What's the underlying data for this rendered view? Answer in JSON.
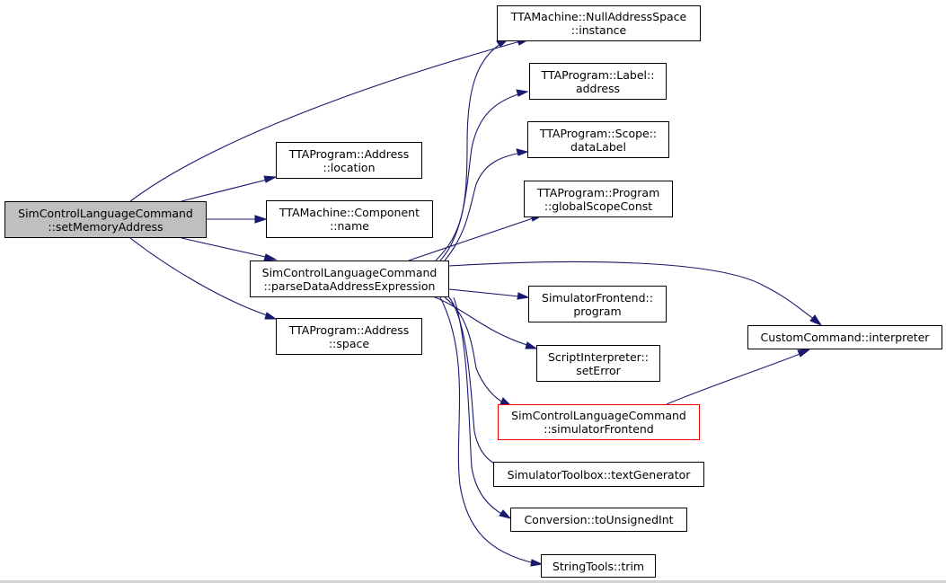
{
  "colors": {
    "edge": "#191970",
    "root_fill": "#bfbfbf",
    "highlight_border": "#ff0000"
  },
  "nodes": {
    "root": {
      "line1": "SimControlLanguageCommand",
      "line2": "::setMemoryAddress"
    },
    "nullAddressSpace": {
      "line1": "TTAMachine::NullAddressSpace",
      "line2": "::instance"
    },
    "labelAddress": {
      "line1": "TTAProgram::Label::",
      "line2": "address"
    },
    "scopeDataLabel": {
      "line1": "TTAProgram::Scope::",
      "line2": "dataLabel"
    },
    "addressLocation": {
      "line1": "TTAProgram::Address",
      "line2": "::location"
    },
    "programGlobalScope": {
      "line1": "TTAProgram::Program",
      "line2": "::globalScopeConst"
    },
    "componentName": {
      "line1": "TTAMachine::Component",
      "line2": "::name"
    },
    "parseDataAddress": {
      "line1": "SimControlLanguageCommand",
      "line2": "::parseDataAddressExpression"
    },
    "frontendProgram": {
      "line1": "SimulatorFrontend::",
      "line2": "program"
    },
    "addressSpace": {
      "line1": "TTAProgram::Address",
      "line2": "::space"
    },
    "customInterpreter": {
      "line1": "CustomCommand::interpreter",
      "line2": ""
    },
    "scriptSetError": {
      "line1": "ScriptInterpreter::",
      "line2": "setError"
    },
    "simulatorFrontend": {
      "line1": "SimControlLanguageCommand",
      "line2": "::simulatorFrontend"
    },
    "textGenerator": {
      "line1": "SimulatorToolbox::textGenerator",
      "line2": ""
    },
    "toUnsignedInt": {
      "line1": "Conversion::toUnsignedInt",
      "line2": ""
    },
    "trim": {
      "line1": "StringTools::trim",
      "line2": ""
    }
  }
}
